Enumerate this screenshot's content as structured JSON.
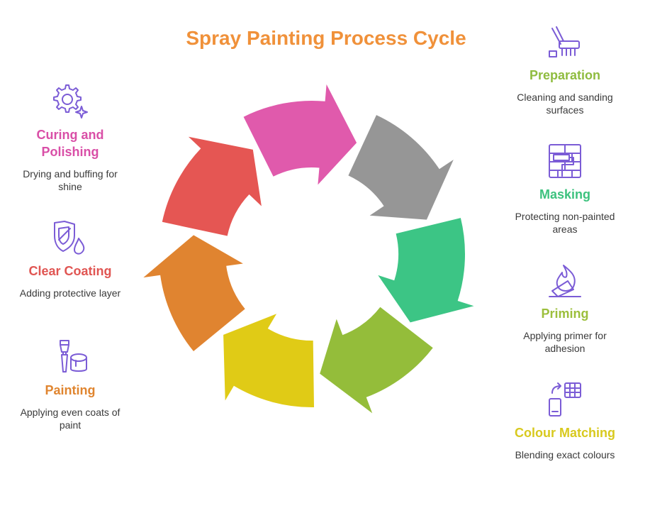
{
  "title": "Spray Painting Process Cycle",
  "colors": {
    "title": "#f0913a",
    "icon": "#7b5cd6",
    "preparation": "#8fbc3f",
    "masking": "#3cc27e",
    "priming": "#9cbf3c",
    "colour_matching": "#d8c91e",
    "painting": "#e0852f",
    "clear_coating": "#e05552",
    "curing": "#d94fa7"
  },
  "steps": {
    "preparation": {
      "name": "Preparation",
      "desc": "Cleaning and sanding surfaces",
      "icon": "cleaning-brush-icon"
    },
    "masking": {
      "name": "Masking",
      "desc": "Protecting non-painted areas",
      "icon": "wall-roller-icon"
    },
    "priming": {
      "name": "Priming",
      "desc": "Applying primer for adhesion",
      "icon": "flame-icon"
    },
    "colour_matching": {
      "name": "Colour Matching",
      "desc": "Blending exact colours",
      "icon": "phone-swatch-icon"
    },
    "painting": {
      "name": "Painting",
      "desc": "Applying even coats of paint",
      "icon": "brush-bucket-icon"
    },
    "clear_coating": {
      "name": "Clear Coating",
      "desc": "Adding protective layer",
      "icon": "shield-drop-icon"
    },
    "curing": {
      "name": "Curing and Polishing",
      "desc": "Drying and buffing for shine",
      "icon": "gear-sparkle-icon"
    }
  },
  "cycle": {
    "segments": [
      {
        "step": "curing",
        "color": "#e05aac"
      },
      {
        "step": "preparation",
        "color": "#969696"
      },
      {
        "step": "masking",
        "color": "#3cc585"
      },
      {
        "step": "priming",
        "color": "#94bd3a"
      },
      {
        "step": "colour_matching",
        "color": "#e0cb16"
      },
      {
        "step": "painting",
        "color": "#e08430"
      },
      {
        "step": "clear_coating",
        "color": "#e55653"
      }
    ]
  }
}
